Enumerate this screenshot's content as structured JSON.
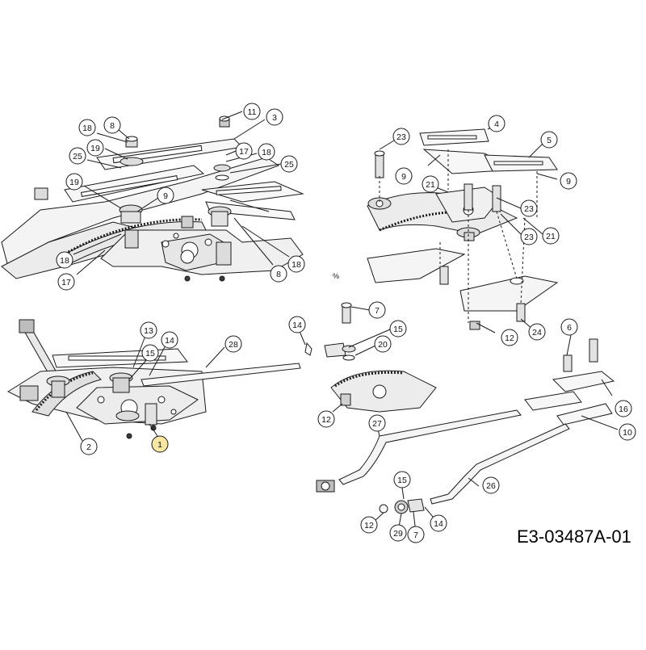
{
  "diagram": {
    "document_code": "E3-03487A-01",
    "callouts": [
      {
        "id": "c-11a",
        "label": "11"
      },
      {
        "id": "c-3",
        "label": "3"
      },
      {
        "id": "c-18a",
        "label": "18"
      },
      {
        "id": "c-8a",
        "label": "8"
      },
      {
        "id": "c-19a",
        "label": "19"
      },
      {
        "id": "c-25a",
        "label": "25"
      },
      {
        "id": "c-17a",
        "label": "17"
      },
      {
        "id": "c-18b",
        "label": "18"
      },
      {
        "id": "c-25b",
        "label": "25"
      },
      {
        "id": "c-19b",
        "label": "19"
      },
      {
        "id": "c-9a",
        "label": "9"
      },
      {
        "id": "c-18c",
        "label": "18"
      },
      {
        "id": "c-17b",
        "label": "17"
      },
      {
        "id": "c-18d",
        "label": "18"
      },
      {
        "id": "c-8b",
        "label": "8"
      },
      {
        "id": "c-4",
        "label": "4"
      },
      {
        "id": "c-5",
        "label": "5"
      },
      {
        "id": "c-23a",
        "label": "23"
      },
      {
        "id": "c-9b",
        "label": "9"
      },
      {
        "id": "c-21a",
        "label": "21"
      },
      {
        "id": "c-9c",
        "label": "9"
      },
      {
        "id": "c-23b",
        "label": "23"
      },
      {
        "id": "c-23c",
        "label": "23"
      },
      {
        "id": "c-21b",
        "label": "21"
      },
      {
        "id": "c-7a",
        "label": "7"
      },
      {
        "id": "c-14a",
        "label": "14"
      },
      {
        "id": "c-15a",
        "label": "15"
      },
      {
        "id": "c-20",
        "label": "20"
      },
      {
        "id": "c-12a",
        "label": "12"
      },
      {
        "id": "c-24",
        "label": "24"
      },
      {
        "id": "c-6",
        "label": "6"
      },
      {
        "id": "c-16",
        "label": "16"
      },
      {
        "id": "c-10",
        "label": "10"
      },
      {
        "id": "c-13",
        "label": "13"
      },
      {
        "id": "c-15b",
        "label": "15"
      },
      {
        "id": "c-14b",
        "label": "14"
      },
      {
        "id": "c-28",
        "label": "28"
      },
      {
        "id": "c-2",
        "label": "2"
      },
      {
        "id": "c-1",
        "label": "1",
        "highlighted": true
      },
      {
        "id": "c-12b",
        "label": "12"
      },
      {
        "id": "c-27",
        "label": "27"
      },
      {
        "id": "c-26",
        "label": "26"
      },
      {
        "id": "c-15c",
        "label": "15"
      },
      {
        "id": "c-12c",
        "label": "12"
      },
      {
        "id": "c-29",
        "label": "29"
      },
      {
        "id": "c-7b",
        "label": "7"
      },
      {
        "id": "c-14c",
        "label": "14"
      }
    ],
    "colors": {
      "line": "#1a1a1a",
      "part_fill": "#f2f2f2",
      "dark_fill": "#3a3a3a",
      "callout_fill": "#ffffff",
      "highlight_fill": "#f7e7a0"
    }
  }
}
